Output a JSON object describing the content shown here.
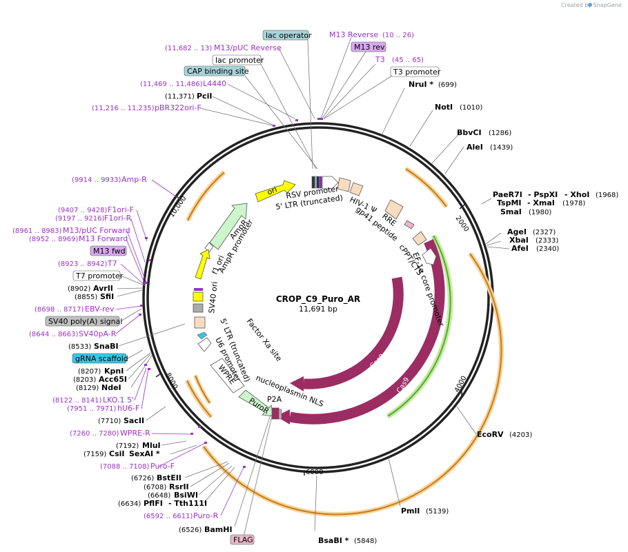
{
  "credit": "Created by SnapGene",
  "plasmid": {
    "name": "CROP_C9_Puro_AR",
    "size": "11,691 bp"
  },
  "ruler": [
    "2000",
    "4000",
    "6000",
    "8000",
    "10,000"
  ],
  "enzymes_right": [
    {
      "name": "NruI *",
      "pos": "(699)"
    },
    {
      "name": "NotI",
      "pos": "(1010)"
    },
    {
      "name": "BbvCI",
      "pos": "(1286)"
    },
    {
      "name": "AleI",
      "pos": "(1439)"
    },
    {
      "name": "PaeR7I",
      "pos": ""
    },
    {
      "name": "- PspXI",
      "pos": ""
    },
    {
      "name": "- XhoI",
      "pos": "(1968)"
    },
    {
      "name": "TspMI",
      "pos": ""
    },
    {
      "name": "- XmaI",
      "pos": "(1978)"
    },
    {
      "name": "SmaI",
      "pos": "(1980)"
    },
    {
      "name": "AgeI",
      "pos": "(2327)"
    },
    {
      "name": "XbaI",
      "pos": "(2333)"
    },
    {
      "name": "AfeI",
      "pos": "(2340)"
    },
    {
      "name": "EcoRV",
      "pos": "(4203)"
    },
    {
      "name": "PmlI",
      "pos": "(5139)"
    },
    {
      "name": "BsaBI *",
      "pos": "(5848)"
    }
  ],
  "enzymes_left": [
    {
      "name": "PciI",
      "pos": "(11,371)"
    },
    {
      "name": "AvrII",
      "pos": "(8902)"
    },
    {
      "name": "SfiI",
      "pos": "(8855)"
    },
    {
      "name": "SnaBI",
      "pos": "(8533)"
    },
    {
      "name": "KpnI",
      "pos": "(8207)"
    },
    {
      "name": "Acc65I",
      "pos": "(8203)"
    },
    {
      "name": "NdeI",
      "pos": "(8129)"
    },
    {
      "name": "SacII",
      "pos": "(7710)"
    },
    {
      "name": "MluI",
      "pos": "(7192)"
    },
    {
      "name": "SexAI *",
      "pos": ""
    },
    {
      "name": "CsiI",
      "pos": "(7159)"
    },
    {
      "name": "BstEII",
      "pos": "(6726)"
    },
    {
      "name": "RsrII",
      "pos": "(6708)"
    },
    {
      "name": "BsiWI",
      "pos": "(6648)"
    },
    {
      "name": "- Tth111I",
      "pos": ""
    },
    {
      "name": "PflFI",
      "pos": "(6634)"
    },
    {
      "name": "BamHI",
      "pos": "(6526)"
    }
  ],
  "primers": [
    {
      "name": "M13 Reverse",
      "pos": "(10 .. 26)"
    },
    {
      "name": "T3",
      "pos": "(45 .. 65)"
    },
    {
      "name": "M13/pUC Reverse",
      "pos": "(11,682 .. 13)"
    },
    {
      "name": "L4440",
      "pos": "(11,469 .. 11,486)"
    },
    {
      "name": "pBR322ori-F",
      "pos": "(11,216 .. 11,235)"
    },
    {
      "name": "Amp-R",
      "pos": "(9914 .. 9933)"
    },
    {
      "name": "F1ori-F",
      "pos": "(9407 .. 9428)"
    },
    {
      "name": "F1ori-R",
      "pos": "(9197 .. 9216)"
    },
    {
      "name": "M13/pUC Forward",
      "pos": "(8961 .. 8983)"
    },
    {
      "name": "M13 Forward",
      "pos": "(8952 .. 8969)"
    },
    {
      "name": "T7",
      "pos": "(8923 .. 8942)"
    },
    {
      "name": "EBV-rev",
      "pos": "(8698 .. 8717)"
    },
    {
      "name": "SV40pA-R",
      "pos": "(8644 .. 8663)"
    },
    {
      "name": "LKO.1 5'",
      "pos": "(8122 .. 8141)"
    },
    {
      "name": "hU6-F",
      "pos": "(7951 .. 7971)"
    },
    {
      "name": "WPRE-R",
      "pos": "(7260 .. 7280)"
    },
    {
      "name": "Puro-F",
      "pos": "(7088 .. 7108)"
    },
    {
      "name": "Puro-R",
      "pos": "(6592 .. 6611)"
    }
  ],
  "boxed_labels": [
    {
      "name": "lac operator",
      "color": "#a8d3d9"
    },
    {
      "name": "M13 rev",
      "color": "#d9a8f0"
    },
    {
      "name": "lac promoter",
      "color": "#ffffff"
    },
    {
      "name": "CAP binding site",
      "color": "#a8d3d9"
    },
    {
      "name": "T3 promoter",
      "color": "#ffffff"
    },
    {
      "name": "M13 fwd",
      "color": "#d9a8f0"
    },
    {
      "name": "T7 promoter",
      "color": "#ffffff"
    },
    {
      "name": "SV40 poly(A) signal",
      "color": "#c0c0c0"
    },
    {
      "name": "gRNA scaffold",
      "color": "#39c5ea"
    },
    {
      "name": "FLAG",
      "color": "#e8b8c8"
    }
  ],
  "features": {
    "ori": "ori",
    "ampr": "AmpR",
    "ampr_promoter": "AmpR promoter",
    "f1_ori": "f1 ori",
    "sv40_ori": "SV40 ori",
    "rsv": "RSV promoter",
    "ltr5": "5' LTR (truncated)",
    "hiv": "HIV-1 Ψ",
    "rre": "RRE",
    "gp41": "gp41 peptide",
    "cppt": "cPPT/CTS",
    "ef1a": "EF-1α core promoter",
    "cas9_inner": "Cas9",
    "cas9_outer": "Cas9",
    "ltr5b": "5' LTR (truncated)",
    "u6": "U6 promoter",
    "factor_xa": "Factor Xa site",
    "wpre": "WPRE",
    "npnls": "nucleoplasmin NLS",
    "p2a": "P2A",
    "puror": "PuroR"
  },
  "colors": {
    "backbone": "#222222",
    "cas9": "#9b2d63",
    "ori": "#ffff00",
    "ampr": "#ccf5cc",
    "feature_orange": "#f0a030",
    "primer": "#9b30c8",
    "green_arc": "#55aa22"
  }
}
